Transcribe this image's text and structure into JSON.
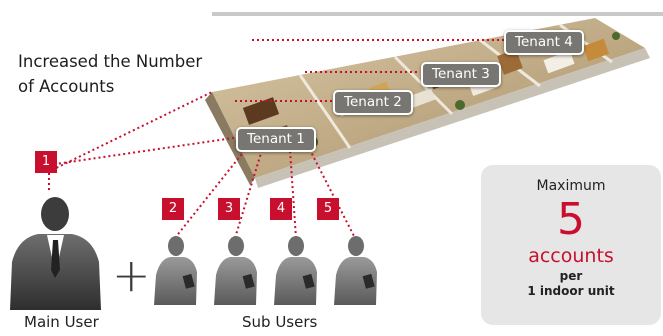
{
  "heading": {
    "line1": "Increased the Number",
    "line2": "of Accounts"
  },
  "tenants": [
    {
      "label": "Tenant 1"
    },
    {
      "label": "Tenant 2"
    },
    {
      "label": "Tenant 3"
    },
    {
      "label": "Tenant 4"
    }
  ],
  "badges": [
    "1",
    "2",
    "3",
    "4",
    "5"
  ],
  "plus_sign": "+",
  "labels": {
    "main_user": "Main User",
    "sub_users": "Sub Users"
  },
  "maximum_box": {
    "title": "Maximum",
    "number": "5",
    "unit": "accounts",
    "per": "per",
    "indoor": "1 indoor unit"
  },
  "colors": {
    "accent_red": "#c8102e",
    "tenant_tag": "#777672",
    "box_bg": "#e6e6e6",
    "figure": "#555555"
  }
}
